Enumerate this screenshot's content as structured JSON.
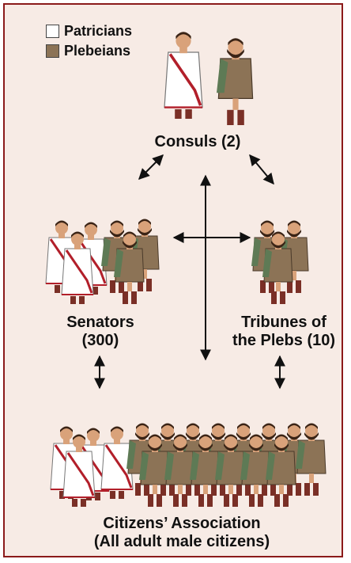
{
  "legend": {
    "items": [
      {
        "label": "Patricians",
        "color": "#ffffff"
      },
      {
        "label": "Plebeians",
        "color": "#8c7356"
      }
    ]
  },
  "nodes": {
    "consuls": {
      "line1": "Consuls (2)"
    },
    "senators": {
      "line1": "Senators",
      "line2": "(300)"
    },
    "tribunes": {
      "line1": "Tribunes of",
      "line2": "the Plebs (10)"
    },
    "citizens": {
      "line1": "Citizens’ Association",
      "line2": "(All adult male citizens)"
    }
  },
  "colors": {
    "frame_border": "#8b1a1a",
    "background": "#f7ebe5",
    "toga": "#ffffff",
    "toga_stripe": "#b21f2a",
    "plebeian_tunic": "#8c7356",
    "plebeian_cloak": "#5e7a55",
    "skin": "#d9a27a",
    "hair": "#3b2416",
    "boots": "#7a2f26"
  }
}
